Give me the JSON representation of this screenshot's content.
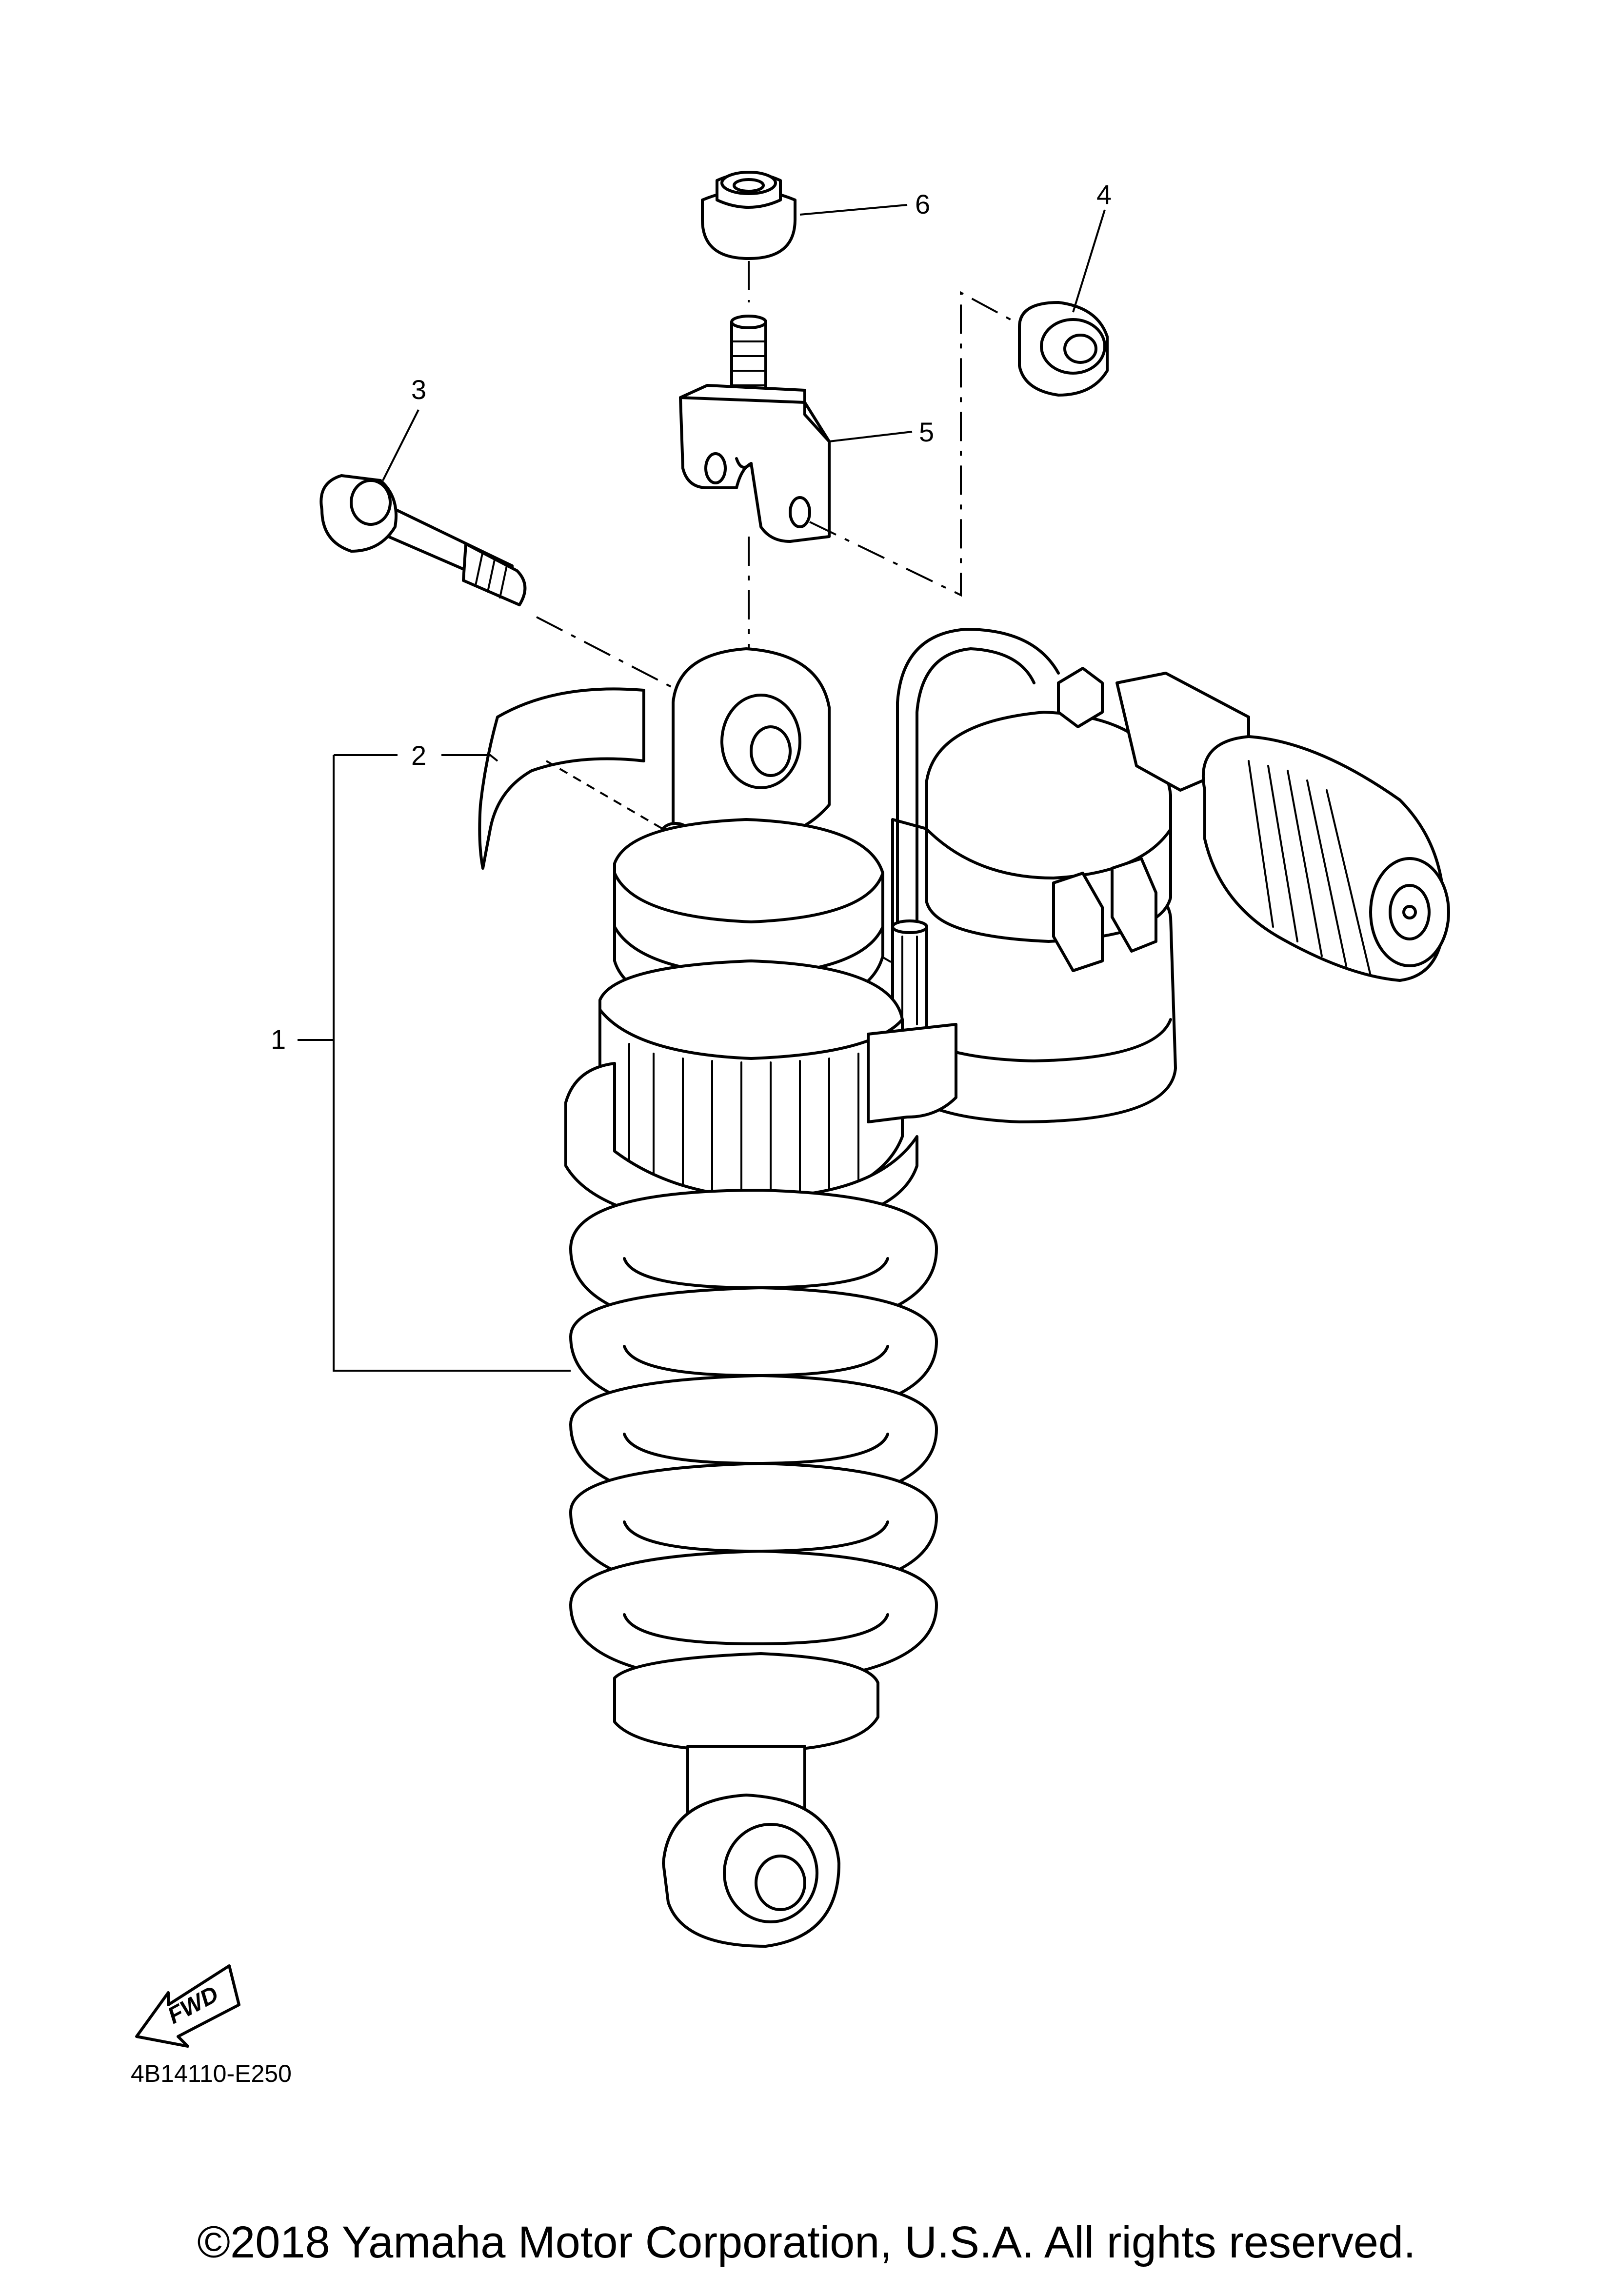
{
  "callouts": [
    {
      "id": "1",
      "label": "1"
    },
    {
      "id": "2",
      "label": "2"
    },
    {
      "id": "3",
      "label": "3"
    },
    {
      "id": "4",
      "label": "4"
    },
    {
      "id": "5",
      "label": "5"
    },
    {
      "id": "6",
      "label": "6"
    }
  ],
  "fwd_label": "FWD",
  "diagram_code": "4B14110-E250",
  "copyright": "©2018 Yamaha Motor Corporation, U.S.A. All rights reserved."
}
